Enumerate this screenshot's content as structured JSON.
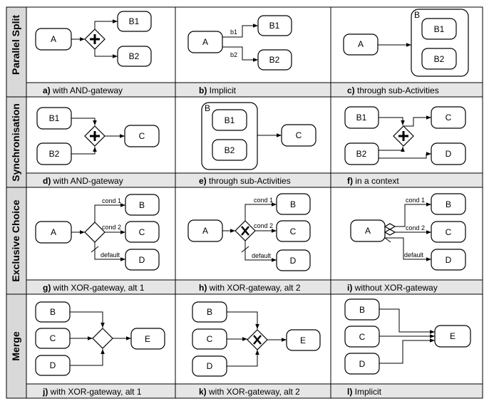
{
  "rows": [
    "Parallel Split",
    "Synchronisation",
    "Exclusive Choice",
    "Merge"
  ],
  "captions": [
    {
      "letter": "a)",
      "text": " with AND-gateway"
    },
    {
      "letter": "b)",
      "text": " Implicit"
    },
    {
      "letter": "c)",
      "text": " through sub-Activities"
    },
    {
      "letter": "d)",
      "text": " with AND-gateway"
    },
    {
      "letter": "e)",
      "text": " through sub-Activities"
    },
    {
      "letter": "f)",
      "text": " in a context"
    },
    {
      "letter": "g)",
      "text": " with XOR-gateway, alt 1"
    },
    {
      "letter": "h)",
      "text": " with XOR-gateway, alt 2"
    },
    {
      "letter": "i)",
      "text": " without XOR-gateway"
    },
    {
      "letter": "j)",
      "text": " with XOR-gateway, alt 1"
    },
    {
      "letter": "k)",
      "text": " with XOR-gateway, alt 2"
    },
    {
      "letter": "l)",
      "text": " Implicit"
    }
  ],
  "labels": {
    "A": "A",
    "B": "B",
    "B1": "B1",
    "B2": "B2",
    "C": "C",
    "D": "D",
    "E": "E",
    "b1": "b1",
    "b2": "b2",
    "cond1": "cond 1",
    "cond2": "cond 2",
    "default": "default"
  }
}
